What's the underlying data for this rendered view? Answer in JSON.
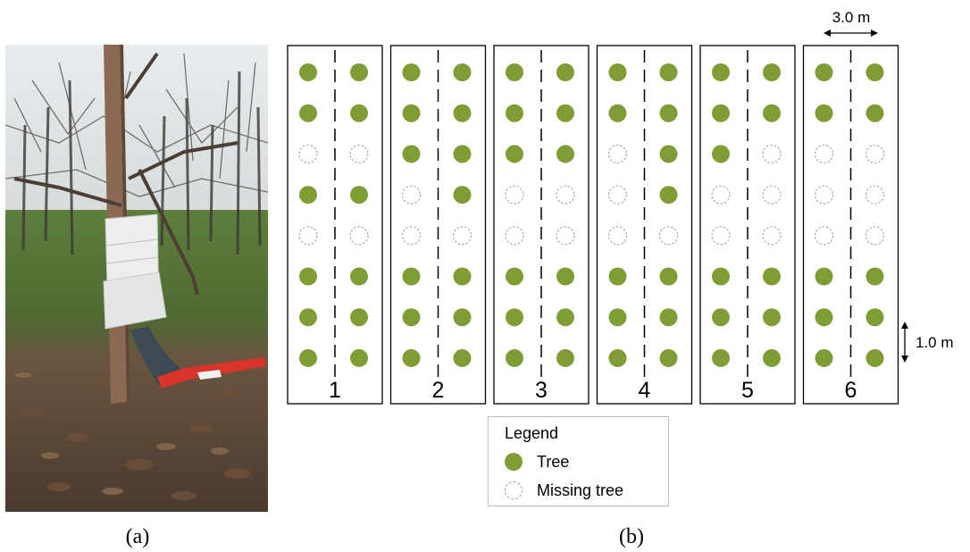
{
  "captions": {
    "a": "(a)",
    "b": "(b)"
  },
  "dimensions": {
    "row_spacing": "3.0 m",
    "tree_spacing": "1.0 m"
  },
  "legend": {
    "title": "Legend",
    "tree_label": "Tree",
    "missing_label": "Missing tree"
  },
  "colors": {
    "tree": "#7f9c35",
    "missing_outline": "#999999"
  },
  "plots": [
    {
      "label": "1",
      "rows": [
        [
          1,
          1
        ],
        [
          1,
          1
        ],
        [
          0,
          0
        ],
        [
          1,
          1
        ],
        [
          0,
          0
        ],
        [
          1,
          1
        ],
        [
          1,
          1
        ],
        [
          1,
          1
        ]
      ]
    },
    {
      "label": "2",
      "rows": [
        [
          1,
          1
        ],
        [
          1,
          1
        ],
        [
          1,
          1
        ],
        [
          0,
          1
        ],
        [
          0,
          0
        ],
        [
          1,
          1
        ],
        [
          1,
          1
        ],
        [
          1,
          1
        ]
      ]
    },
    {
      "label": "3",
      "rows": [
        [
          1,
          1
        ],
        [
          1,
          1
        ],
        [
          1,
          1
        ],
        [
          0,
          0
        ],
        [
          0,
          0
        ],
        [
          1,
          1
        ],
        [
          1,
          1
        ],
        [
          1,
          1
        ]
      ]
    },
    {
      "label": "4",
      "rows": [
        [
          1,
          1
        ],
        [
          1,
          1
        ],
        [
          0,
          1
        ],
        [
          0,
          1
        ],
        [
          0,
          0
        ],
        [
          1,
          1
        ],
        [
          1,
          1
        ],
        [
          1,
          1
        ]
      ]
    },
    {
      "label": "5",
      "rows": [
        [
          1,
          1
        ],
        [
          1,
          1
        ],
        [
          1,
          0
        ],
        [
          0,
          0
        ],
        [
          0,
          0
        ],
        [
          1,
          1
        ],
        [
          1,
          1
        ],
        [
          1,
          1
        ]
      ]
    },
    {
      "label": "6",
      "rows": [
        [
          1,
          1
        ],
        [
          1,
          1
        ],
        [
          0,
          0
        ],
        [
          0,
          0
        ],
        [
          0,
          0
        ],
        [
          1,
          1
        ],
        [
          1,
          1
        ],
        [
          1,
          1
        ]
      ]
    }
  ]
}
